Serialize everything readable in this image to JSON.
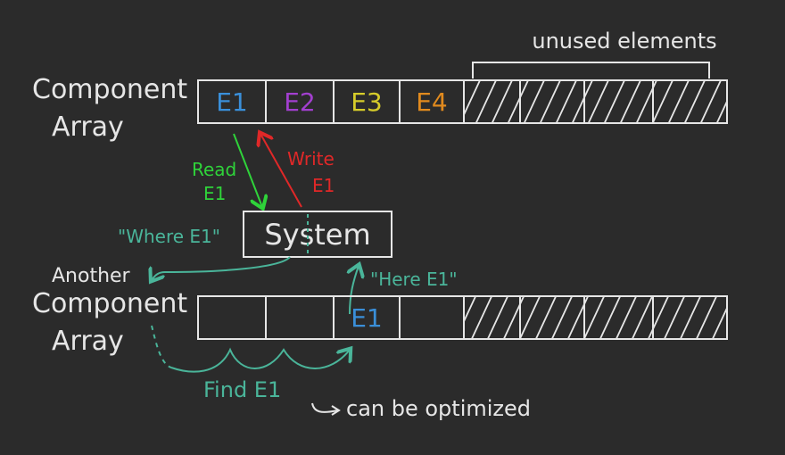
{
  "colors": {
    "background": "#2b2b2b",
    "chalk": "#e6e6e6",
    "e1": "#3a8fd9",
    "e2": "#a23fcf",
    "e3": "#d6cc2a",
    "e4": "#e08a1e",
    "read": "#2fd33a",
    "write": "#e02828",
    "teal": "#4ab59a"
  },
  "labels": {
    "unused": "unused elements",
    "component_array_1": "Component",
    "component_array_2": "Array",
    "another": "Another",
    "component_array2_1": "Component",
    "component_array2_2": "Array",
    "system": "System",
    "read_1": "Read",
    "read_2": "E1",
    "write_1": "Write",
    "write_2": "E1",
    "where": "\"Where E1\"",
    "here": "\"Here E1\"",
    "find": "Find E1",
    "optimized": "can be optimized"
  },
  "top_array": {
    "cells": [
      "E1",
      "E2",
      "E3",
      "E4",
      "",
      "",
      "",
      ""
    ]
  },
  "bottom_array": {
    "cells": [
      "",
      "",
      "E1",
      "",
      "",
      "",
      "",
      ""
    ]
  }
}
